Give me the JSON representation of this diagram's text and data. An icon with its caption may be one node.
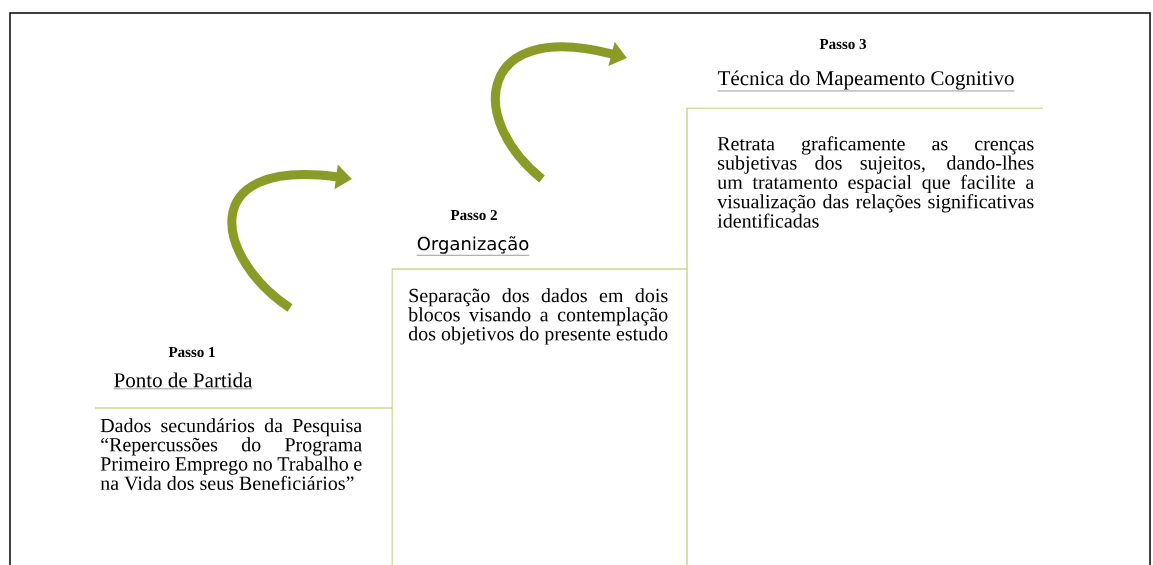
{
  "diagram": {
    "nodes": [
      {
        "text": [
          "Passo 1",
          "Ponto de Partida",
          "Dados secundários da Pesquisa “Repercussões do Programa Primeiro Emprego no Trabalho e na Vida dos seus Beneficiários”"
        ]
      },
      {
        "text": [
          "Passo 2",
          "Organização",
          "Separação dos dados em dois blocos visando a contemplação dos objetivos do presente estudo"
        ]
      },
      {
        "text": [
          "Passo 3",
          "Técnica do Mapeamento Cognitivo",
          "Retrata graficamente as crenças subjetivas dos sujeitos, dando-lhes um tratamento espacial que facilite a visualização das relações significativas identificadas"
        ]
      }
    ],
    "edges": [
      {
        "from": 0,
        "to": 1,
        "arrow": "to"
      },
      {
        "from": 1,
        "to": 2,
        "arrow": "to"
      }
    ]
  }
}
